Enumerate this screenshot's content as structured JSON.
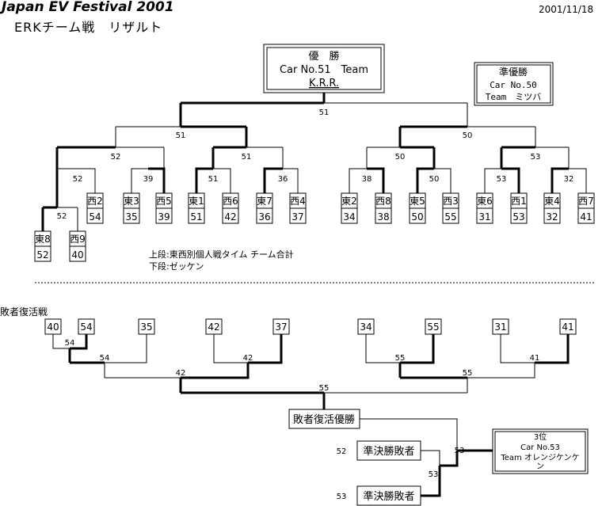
{
  "header": {
    "title": "Japan EV Festival 2001",
    "subtitle": "ERKチーム戦　リザルト",
    "date": "2001/11/18"
  },
  "champion": {
    "heading": "優　勝",
    "line1": "Car No.51　Team",
    "line2": "K.R.R."
  },
  "runner_up": {
    "heading": "準優勝",
    "line1": "Car No.50",
    "line2": "Team　ミツバ"
  },
  "legend": {
    "line1": "上段:東西別個人戦タイム チーム合計",
    "line2": "下段:ゼッケン"
  },
  "main_bracket": {
    "final_score": "51",
    "semi_scores": [
      "51",
      "50"
    ],
    "qf_scores": [
      "52",
      "51",
      "50",
      "53"
    ],
    "r1_scores": [
      "52",
      "39",
      "51",
      "36",
      "38",
      "50",
      "53",
      "32"
    ],
    "playin_score": "52",
    "teams": [
      {
        "region": "東8",
        "number": "52"
      },
      {
        "region": "西9",
        "number": "40"
      },
      {
        "region": "西2",
        "number": "54"
      },
      {
        "region": "東3",
        "number": "35"
      },
      {
        "region": "西5",
        "number": "39"
      },
      {
        "region": "東1",
        "number": "51"
      },
      {
        "region": "西6",
        "number": "42"
      },
      {
        "region": "東7",
        "number": "36"
      },
      {
        "region": "西4",
        "number": "37"
      },
      {
        "region": "東2",
        "number": "34"
      },
      {
        "region": "西8",
        "number": "38"
      },
      {
        "region": "東5",
        "number": "50"
      },
      {
        "region": "西3",
        "number": "55"
      },
      {
        "region": "東6",
        "number": "31"
      },
      {
        "region": "西1",
        "number": "53"
      },
      {
        "region": "東4",
        "number": "32"
      },
      {
        "region": "西7",
        "number": "41"
      }
    ]
  },
  "repechage": {
    "label": "敗者復活戦",
    "teams": [
      "40",
      "54",
      "35",
      "42",
      "37",
      "34",
      "55",
      "31",
      "41"
    ],
    "scores": {
      "playin": "54",
      "left_r1": "54",
      "left_r2": "42",
      "pair_42": "42",
      "pair_55": "55",
      "right_r2": "55",
      "pair_41": "41",
      "final": "55"
    },
    "winner_box": "敗者復活優勝",
    "semi_loser_box": "準決勝敗者",
    "semi_loser_1_number": "52",
    "semi_loser_2_number": "53",
    "semi_match_score": "53",
    "third_match_score": "53",
    "third_place": {
      "heading": "3位",
      "line1": "Car No.53",
      "line2": "Team オレンジケンケ",
      "line3": "ン"
    }
  }
}
